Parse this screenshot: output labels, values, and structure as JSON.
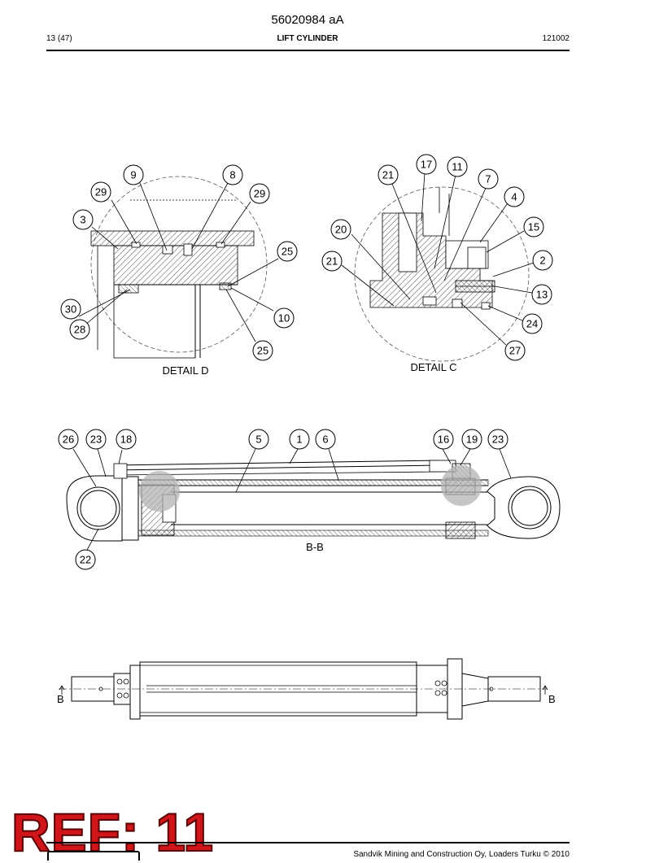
{
  "header": {
    "doc_number": "56020984 aA",
    "page": "13 (47)",
    "title": "LIFT CYLINDER",
    "code": "121002"
  },
  "labels": {
    "detail_d": "DETAIL D",
    "detail_c": "DETAIL C",
    "section_bb": "B-B",
    "section_mark_left": "B",
    "section_mark_right": "B"
  },
  "callouts": {
    "d9": "9",
    "d8": "8",
    "d29a": "29",
    "d29b": "29",
    "d3": "3",
    "d25a": "25",
    "d30": "30",
    "d28": "28",
    "d10": "10",
    "d25b": "25",
    "c17": "17",
    "c11": "11",
    "c21a": "21",
    "c7": "7",
    "c4": "4",
    "c20": "20",
    "c15": "15",
    "c21b": "21",
    "c2": "2",
    "c13": "13",
    "c24": "24",
    "c27": "27",
    "b26": "26",
    "b23a": "23",
    "b18": "18",
    "b5": "5",
    "b1": "1",
    "b6": "6",
    "b16": "16",
    "b19": "19",
    "b23b": "23",
    "b22": "22"
  },
  "stamp": {
    "text": "REF: 11"
  },
  "footer": {
    "copyright": "Sandvik Mining and Construction Oy, Loaders Turku © 2010"
  },
  "colors": {
    "stamp_red": "#d0161b",
    "highlight_gray": "#b3b3b3"
  }
}
